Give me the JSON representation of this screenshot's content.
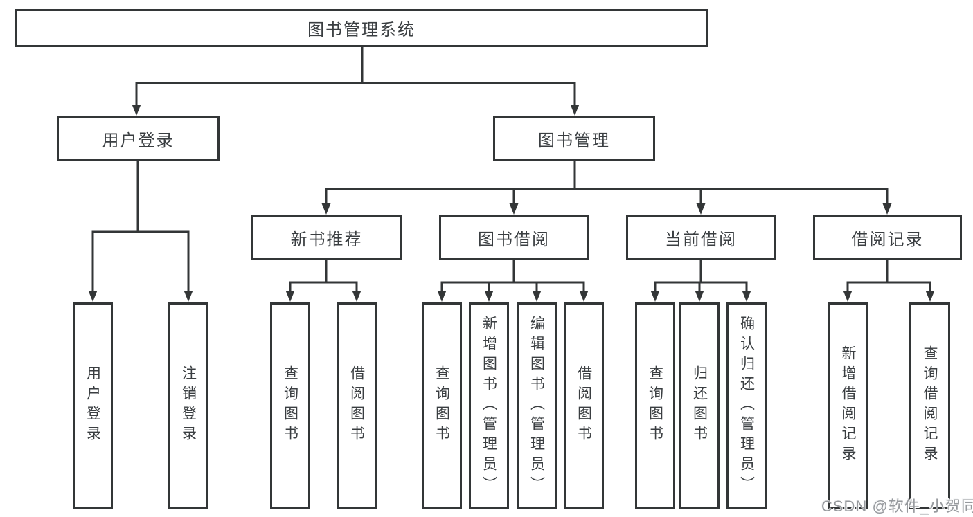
{
  "diagram": {
    "root": {
      "label": "图书管理系统"
    },
    "branches": [
      {
        "label": "用户登录",
        "children": [
          {
            "label": "用户登录"
          },
          {
            "label": "注销登录"
          }
        ]
      },
      {
        "label": "图书管理",
        "children": [
          {
            "label": "新书推荐",
            "children": [
              {
                "label": "查询图书"
              },
              {
                "label": "借阅图书"
              }
            ]
          },
          {
            "label": "图书借阅",
            "children": [
              {
                "label": "查询图书"
              },
              {
                "label": "新增图书（管理员）"
              },
              {
                "label": "编辑图书（管理员）"
              },
              {
                "label": "借阅图书"
              }
            ]
          },
          {
            "label": "当前借阅",
            "children": [
              {
                "label": "查询图书"
              },
              {
                "label": "归还图书"
              },
              {
                "label": "确认归还（管理员）"
              }
            ]
          },
          {
            "label": "借阅记录",
            "children": [
              {
                "label": "新增借阅记录"
              },
              {
                "label": "查询借阅记录"
              }
            ]
          }
        ]
      }
    ]
  },
  "watermark": {
    "text": "CSDN @软件_小贺同学"
  },
  "colors": {
    "line": "#333637",
    "text": "#3a3e41",
    "background": "#ffffff",
    "watermark": "#96999d"
  }
}
